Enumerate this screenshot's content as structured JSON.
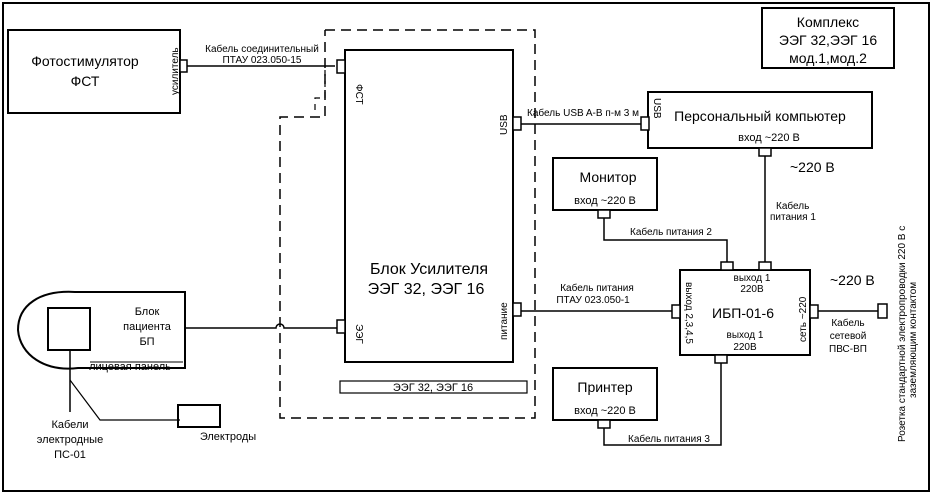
{
  "complex": {
    "line1": "Комплекс",
    "line2": "ЭЭГ 32,ЭЭГ 16",
    "line3": "мод.1,мод.2"
  },
  "photostim": {
    "line1": "Фотостимулятор",
    "line2": "ФСТ",
    "port": "усилитель"
  },
  "cable_fst": {
    "line1": "Кабель соединительный",
    "line2": "ПТАУ 023.050-15"
  },
  "amplifier": {
    "line1": "Блок Усилителя",
    "line2": "ЭЭГ 32, ЭЭГ 16",
    "port_fst": "ФСТ",
    "port_usb": "USB",
    "port_eeg": "ЭЭГ",
    "port_power": "питание",
    "plate": "ЭЭГ 32, ЭЭГ 16"
  },
  "cable_usb": "Кабель USB A-B п-м 3 м",
  "pc": {
    "title": "Персональный компьютер",
    "port": "USB",
    "input": "вход ~220 В"
  },
  "v220_top": "~220 В",
  "monitor": {
    "title": "Монитор",
    "input": "вход ~220 В"
  },
  "cable_power1": {
    "line1": "Кабель",
    "line2": "питания 1"
  },
  "cable_power2": "Кабель питания 2",
  "cable_power_amp": {
    "line1": "Кабель питания",
    "line2": "ПТАУ 023.050-1"
  },
  "ups": {
    "title": "ИБП-01-6",
    "out1_top_line1": "выход 1",
    "out1_top_line2": "220В",
    "out1_bottom_line1": "выход 1",
    "out1_bottom_line2": "220В",
    "out2345": "выход 2,3,4,5",
    "net": "сеть ~220"
  },
  "v220_right": "~220 В",
  "cable_net": {
    "line1": "Кабель",
    "line2": "сетевой",
    "line3": "ПВС-ВП"
  },
  "socket_note": {
    "line1": "Розетка стандартной электропроводки 220 В с",
    "line2": "заземляющим контактом"
  },
  "patient_block": {
    "line1": "Блок",
    "line2": "пациента",
    "line3": "БП",
    "panel": "лицевая панель"
  },
  "electrode_cables": {
    "line1": "Кабели",
    "line2": "электродные",
    "line3": "ПС-01"
  },
  "electrodes": "Электроды",
  "printer": {
    "title": "Принтер",
    "input": "вход ~220 В"
  },
  "cable_power3": "Кабель питания 3"
}
